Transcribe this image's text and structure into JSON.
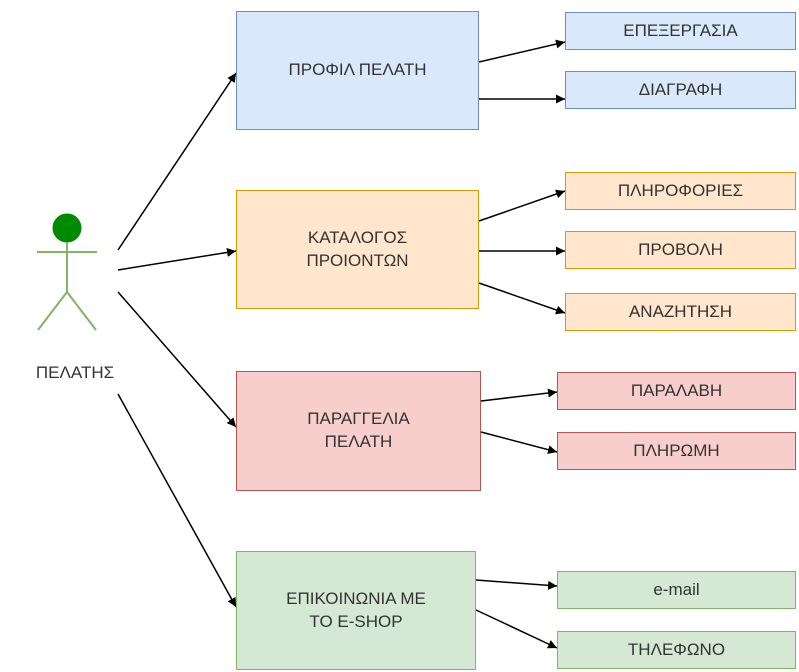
{
  "actor": {
    "label": "ΠΕΛΑΤΗΣ",
    "color": "#008a00",
    "line_color": "#82b366"
  },
  "groups": [
    {
      "label": "ΠΡΟΦΙΛ ΠΕΛΑΤΗ",
      "fill": "#dae8fc",
      "stroke": "#6c8ebf",
      "items": [
        "ΕΠΕΞΕΡΓΑΣΙΑ",
        "ΔΙΑΓΡΑΦΗ"
      ]
    },
    {
      "label": "ΚΑΤΑΛΟΓΟΣ\nΠΡΟΙΟΝΤΩΝ",
      "fill": "#ffe6cc",
      "stroke": "#d79b00",
      "items": [
        "ΠΛΗΡΟΦΟΡΙΕΣ",
        "ΠΡΟΒΟΛΗ",
        "ΑΝΑΖΗΤΗΣΗ"
      ]
    },
    {
      "label": "ΠΑΡΑΓΓΕΛΙΑ\nΠΕΛΑΤΗ",
      "fill": "#f8cecc",
      "stroke": "#b85450",
      "items": [
        "ΠΑΡΑΛΑΒΗ",
        "ΠΛΗΡΩΜΗ"
      ]
    },
    {
      "label": "ΕΠΙΚΟΙΝΩΝΙΑ ΜΕ\nΤΟ E-SHOP",
      "fill": "#d5e8d4",
      "stroke": "#82b366",
      "items": [
        "e-mail",
        "ΤΗΛΕΦΩΝΟ"
      ]
    }
  ]
}
